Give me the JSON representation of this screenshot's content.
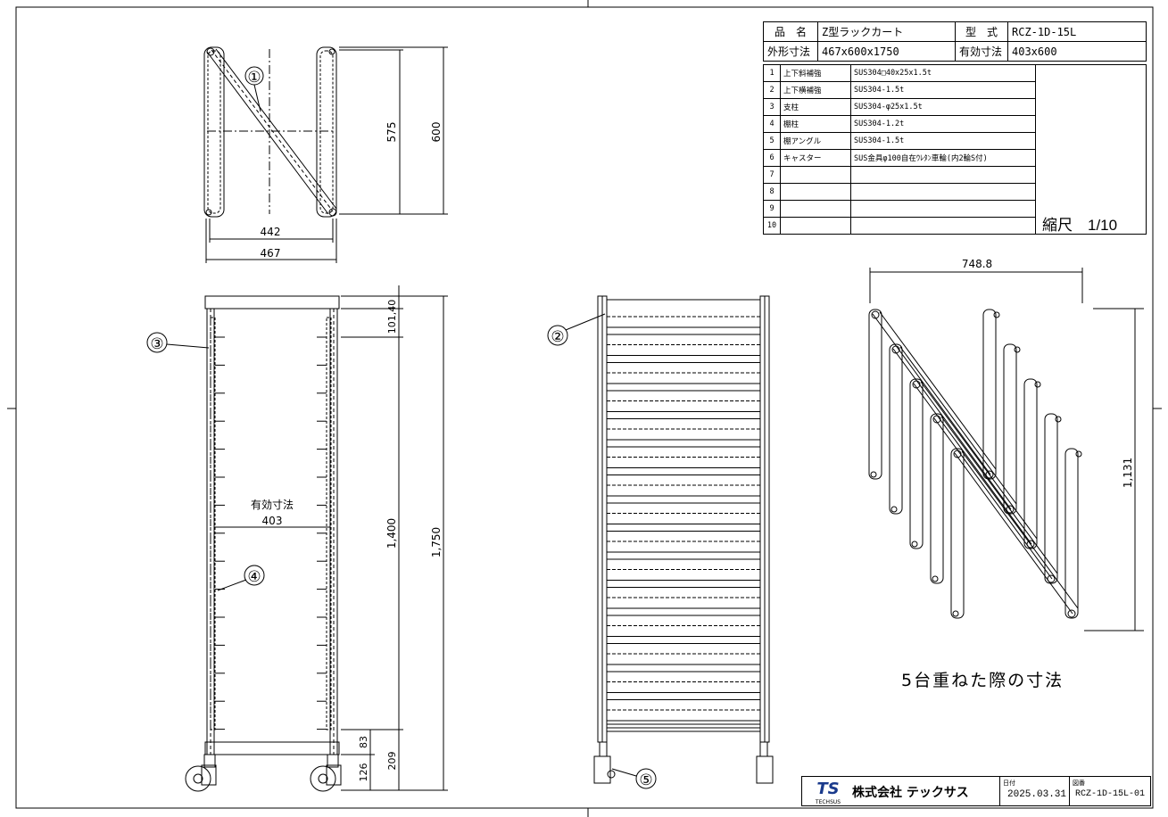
{
  "title_block": {
    "name_label": "品　名",
    "name_value": "Z型ラックカート",
    "model_label": "型　式",
    "model_value": "RCZ-1D-15L",
    "outer_label": "外形寸法",
    "outer_value": "467x600x1750",
    "effective_label": "有効寸法",
    "effective_value": "403x600"
  },
  "parts": [
    {
      "no": "1",
      "name": "上下斜補強",
      "spec": "SUS304□40x25x1.5t"
    },
    {
      "no": "2",
      "name": "上下横補強",
      "spec": "SUS304-1.5t"
    },
    {
      "no": "3",
      "name": "支柱",
      "spec": "SUS304-φ25x1.5t"
    },
    {
      "no": "4",
      "name": "棚柱",
      "spec": "SUS304-1.2t"
    },
    {
      "no": "5",
      "name": "棚アングル",
      "spec": "SUS304-1.5t"
    },
    {
      "no": "6",
      "name": "キャスター",
      "spec": "SUS金具φ100自在ｳﾚﾀﾝ車輪(内2輪S付)"
    },
    {
      "no": "7",
      "name": "",
      "spec": ""
    },
    {
      "no": "8",
      "name": "",
      "spec": ""
    },
    {
      "no": "9",
      "name": "",
      "spec": ""
    },
    {
      "no": "10",
      "name": "",
      "spec": ""
    }
  ],
  "scale": "縮尺　1/10",
  "dimensions": {
    "top_575": "575",
    "top_600": "600",
    "top_442": "442",
    "top_467": "467",
    "front_10140": "101,40",
    "front_1400": "1,400",
    "front_1750": "1,750",
    "front_83": "83",
    "front_126": "126",
    "front_209": "209",
    "effective_label": "有効寸法",
    "effective_403": "403",
    "stack_width": "748.8",
    "stack_height": "1,131"
  },
  "callouts": {
    "c1": "①",
    "c2": "②",
    "c3": "③",
    "c4": "④",
    "c5": "⑤"
  },
  "stack_caption": "5台重ねた際の寸法",
  "footer": {
    "logo_text": "TECHSUS",
    "company": "株式会社 テックサス",
    "date_label": "日付",
    "date": "2025.03.31",
    "drawing_label": "図番",
    "drawing_no": "RCZ-1D-15L-01"
  }
}
